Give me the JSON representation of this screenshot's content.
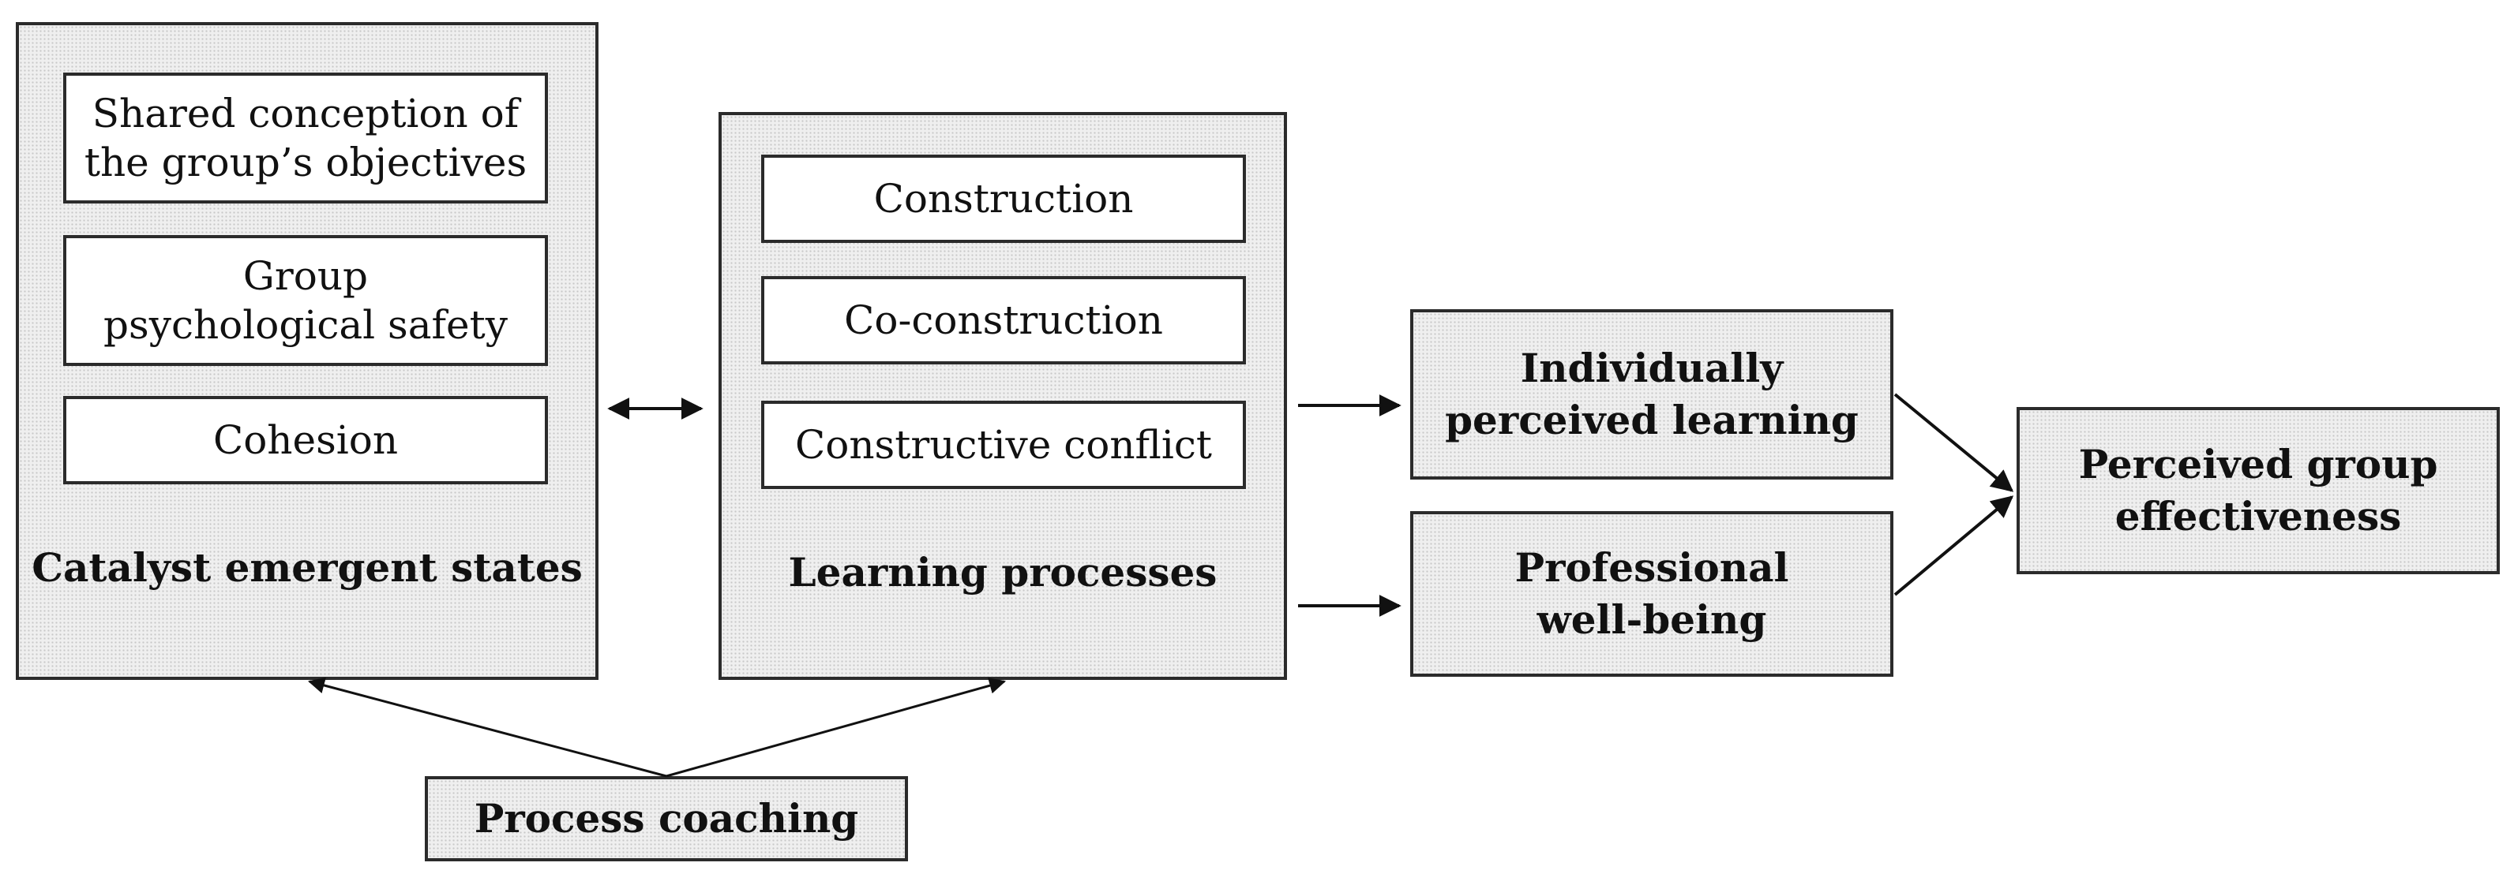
{
  "catalyst": {
    "items": [
      "Shared conception of\nthe group’s objectives",
      "Group\npsychological safety",
      "Cohesion"
    ],
    "label": "Catalyst emergent states"
  },
  "learning": {
    "items": [
      "Construction",
      "Co-construction",
      "Constructive conflict"
    ],
    "label": "Learning processes"
  },
  "outcomes": {
    "learning": "Individually\nperceived learning",
    "wellbeing": "Professional\nwell-being",
    "effectiveness": "Perceived group\neffectiveness"
  },
  "coaching": "Process coaching"
}
